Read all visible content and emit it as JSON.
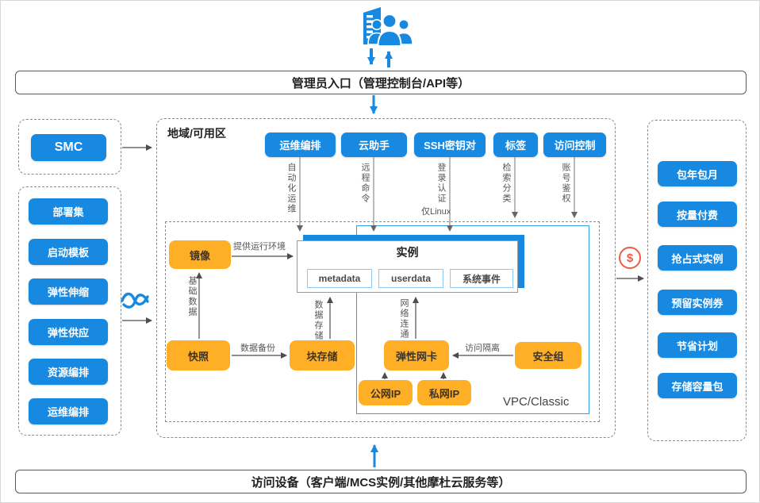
{
  "header": {
    "title": "管理员入口（管理控制台/API等）"
  },
  "footer": {
    "title": "访问设备（客户端/MCS实例/其他摩杜云服务等）"
  },
  "left": {
    "smc_label": "SMC",
    "tools": [
      "部署集",
      "启动模板",
      "弹性伸缩",
      "弹性供应",
      "资源编排",
      "运维编排"
    ]
  },
  "region": {
    "label": "地域/可用区",
    "services": [
      {
        "label": "运维编排",
        "note": "自动化运维"
      },
      {
        "label": "云助手",
        "note": "远程命令"
      },
      {
        "label": "SSH密钥对",
        "note": "登录认证",
        "note_extra": "仅Linux"
      },
      {
        "label": "标签",
        "note": "检索分类"
      },
      {
        "label": "访问控制",
        "note": "账号鉴权"
      }
    ],
    "instance": {
      "title": "实例",
      "items": [
        "metadata",
        "userdata",
        "系统事件"
      ]
    },
    "nodes": {
      "image": "镜像",
      "snapshot": "快照",
      "block_storage": "块存储",
      "eni": "弹性网卡",
      "security_group": "安全组",
      "public_ip": "公网IP",
      "private_ip": "私网IP"
    },
    "edge_labels": {
      "image_to_instance": "提供运行环境",
      "snapshot_to_image": "基础数据",
      "snapshot_to_block": "数据备份",
      "block_to_instance": "数据存储",
      "eni_to_instance": "网络连通",
      "sg_to_eni": "访问隔离"
    },
    "vpc_label": "VPC/Classic"
  },
  "billing": {
    "dollar_symbol": "$",
    "items": [
      "包年包月",
      "按量付费",
      "抢占式实例",
      "预留实例券",
      "节省计划",
      "存储容量包"
    ]
  },
  "icons": [
    "admin-users-building-icon",
    "wave-link-icon",
    "dollar-circle-icon"
  ],
  "colors": {
    "blue": "#1789E0",
    "orange": "#FFAF26",
    "red": "#F15B40",
    "vpc_border": "#2EA1E8"
  }
}
